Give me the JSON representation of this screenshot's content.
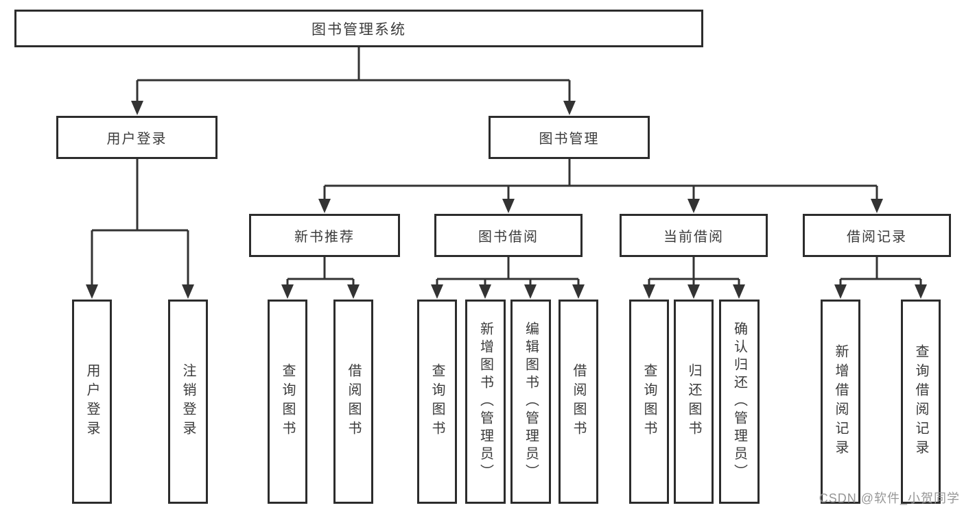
{
  "diagram": {
    "type": "tree",
    "root": {
      "label": "图书管理系统",
      "children": [
        {
          "label": "用户登录",
          "children": [
            {
              "label": "用户登录"
            },
            {
              "label": "注销登录"
            }
          ]
        },
        {
          "label": "图书管理",
          "children": [
            {
              "label": "新书推荐",
              "children": [
                {
                  "label": "查询图书"
                },
                {
                  "label": "借阅图书"
                }
              ]
            },
            {
              "label": "图书借阅",
              "children": [
                {
                  "label": "查询图书"
                },
                {
                  "label": "新增图书（管理员）"
                },
                {
                  "label": "编辑图书（管理员）"
                },
                {
                  "label": "借阅图书"
                }
              ]
            },
            {
              "label": "当前借阅",
              "children": [
                {
                  "label": "查询图书"
                },
                {
                  "label": "归还图书"
                },
                {
                  "label": "确认归还（管理员）"
                }
              ]
            },
            {
              "label": "借阅记录",
              "children": [
                {
                  "label": "新增借阅记录"
                },
                {
                  "label": "查询借阅记录"
                }
              ]
            }
          ]
        }
      ]
    }
  },
  "watermark": "CSDN @软件_小贺同学",
  "colors": {
    "box_border": "#2c2c2c",
    "connector": "#333333",
    "text": "#3b3b3b",
    "background": "#ffffff",
    "watermark": "#969696"
  }
}
